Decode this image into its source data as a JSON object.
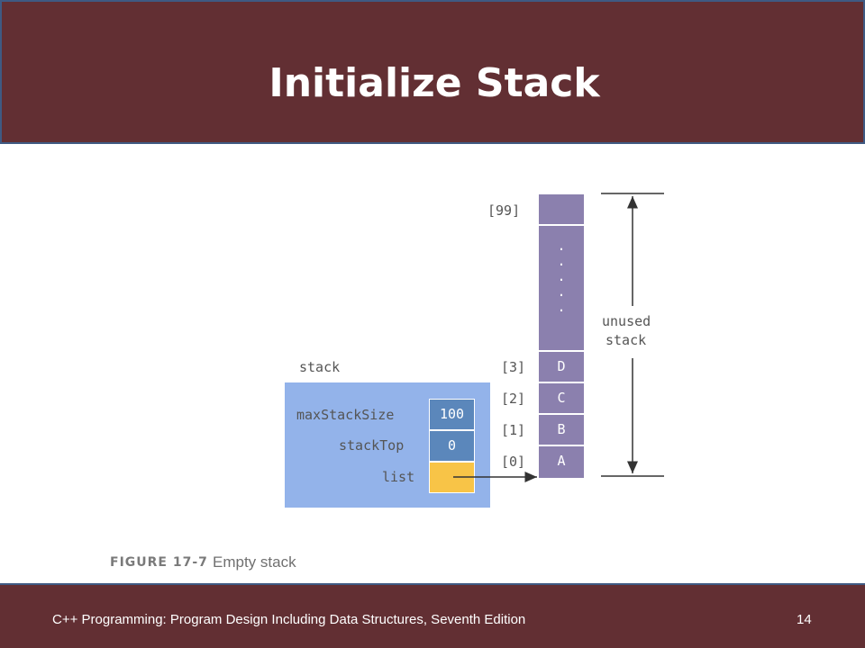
{
  "slide": {
    "title": "Initialize Stack",
    "footer": "C++ Programming: Program Design Including Data Structures, Seventh Edition",
    "page": "14"
  },
  "figure": {
    "struct_label": "stack",
    "fields": [
      {
        "name": "maxStackSize",
        "value": "100"
      },
      {
        "name": "stackTop",
        "value": "0"
      },
      {
        "name": "list",
        "value": ""
      }
    ],
    "array_indices": [
      "[99]",
      "[3]",
      "[2]",
      "[1]",
      "[0]"
    ],
    "array_values": [
      "",
      "D",
      "C",
      "B",
      "A"
    ],
    "ellipsis": ".\n.\n.\n.\n.",
    "unused_label_line1": "unused",
    "unused_label_line2": "stack",
    "caption_fig": "FIGURE 17-7",
    "caption_text": "Empty stack"
  }
}
